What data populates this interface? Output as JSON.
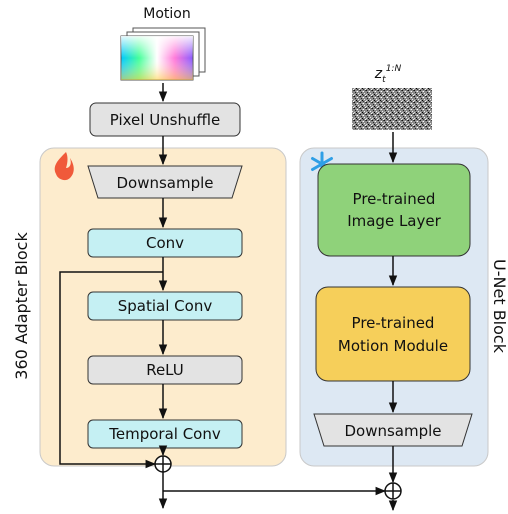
{
  "input": {
    "motion_label": "Motion"
  },
  "noise": {
    "label_base": "z",
    "label_sub": "t",
    "label_sup": "1:N"
  },
  "adapter": {
    "title": "360 Adapter Block",
    "pixel_unshuffle": "Pixel Unshuffle",
    "downsample": "Downsample",
    "conv": "Conv",
    "spatial_conv": "Spatial Conv",
    "relu": "ReLU",
    "temporal_conv": "Temporal Conv"
  },
  "unet": {
    "title": "U-Net Block",
    "image_layer_line1": "Pre-trained",
    "image_layer_line2": "Image Layer",
    "motion_module_line1": "Pre-trained",
    "motion_module_line2": "Motion Module",
    "downsample": "Downsample"
  },
  "colors": {
    "adapter_bg": "#fdeccd",
    "unet_bg": "#dde8f3",
    "cyan_box": "#c5f0f3",
    "gray_box": "#e3e3e3",
    "green_box": "#8fd27a",
    "orange_box": "#f6cf5a",
    "flame": "#f05a3a",
    "snowflake": "#2f9fe6"
  }
}
